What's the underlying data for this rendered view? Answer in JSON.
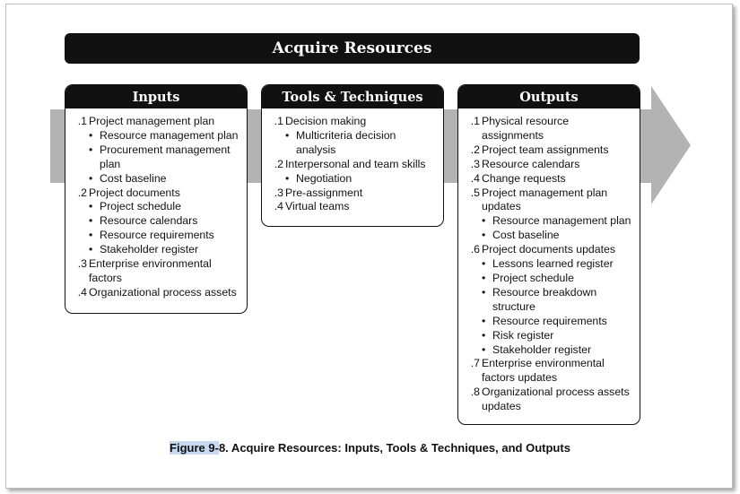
{
  "title": "Acquire Resources",
  "columns": [
    {
      "key": "inputs",
      "header": "Inputs",
      "lines": [
        {
          "kind": "item",
          "num": ".1",
          "text": "Project management plan"
        },
        {
          "kind": "sub",
          "text": "Resource management plan"
        },
        {
          "kind": "sub",
          "text": "Procurement management"
        },
        {
          "kind": "cont",
          "text": "plan"
        },
        {
          "kind": "sub",
          "text": "Cost baseline"
        },
        {
          "kind": "item",
          "num": ".2",
          "text": "Project documents"
        },
        {
          "kind": "sub",
          "text": "Project schedule"
        },
        {
          "kind": "sub",
          "text": "Resource calendars"
        },
        {
          "kind": "sub",
          "text": "Resource requirements"
        },
        {
          "kind": "sub",
          "text": "Stakeholder register"
        },
        {
          "kind": "item",
          "num": ".3",
          "text": "Enterprise environmental"
        },
        {
          "kind": "itemcont",
          "text": "factors"
        },
        {
          "kind": "item",
          "num": ".4",
          "text": "Organizational process assets"
        }
      ]
    },
    {
      "key": "tools",
      "header": "Tools & Techniques",
      "lines": [
        {
          "kind": "item",
          "num": ".1",
          "text": "Decision making"
        },
        {
          "kind": "sub",
          "text": "Multicriteria decision"
        },
        {
          "kind": "cont",
          "text": "analysis"
        },
        {
          "kind": "item",
          "num": ".2",
          "text": "Interpersonal and team skills"
        },
        {
          "kind": "sub",
          "text": "Negotiation"
        },
        {
          "kind": "item",
          "num": ".3",
          "text": "Pre-assignment"
        },
        {
          "kind": "item",
          "num": ".4",
          "text": "Virtual teams"
        }
      ]
    },
    {
      "key": "outputs",
      "header": "Outputs",
      "lines": [
        {
          "kind": "item",
          "num": ".1",
          "text": "Physical resource"
        },
        {
          "kind": "itemcont",
          "text": "assignments"
        },
        {
          "kind": "item",
          "num": ".2",
          "text": "Project team assignments"
        },
        {
          "kind": "item",
          "num": ".3",
          "text": "Resource calendars"
        },
        {
          "kind": "item",
          "num": ".4",
          "text": "Change requests"
        },
        {
          "kind": "item",
          "num": ".5",
          "text": "Project management plan"
        },
        {
          "kind": "itemcont",
          "text": "updates"
        },
        {
          "kind": "sub",
          "text": "Resource management plan"
        },
        {
          "kind": "sub",
          "text": "Cost baseline"
        },
        {
          "kind": "item",
          "num": ".6",
          "text": "Project documents updates"
        },
        {
          "kind": "sub",
          "text": "Lessons learned register"
        },
        {
          "kind": "sub",
          "text": "Project schedule"
        },
        {
          "kind": "sub",
          "text": "Resource breakdown"
        },
        {
          "kind": "cont",
          "text": "structure"
        },
        {
          "kind": "sub",
          "text": "Resource requirements"
        },
        {
          "kind": "sub",
          "text": "Risk register"
        },
        {
          "kind": "sub",
          "text": "Stakeholder register"
        },
        {
          "kind": "item",
          "num": ".7",
          "text": "Enterprise environmental"
        },
        {
          "kind": "itemcont",
          "text": "factors updates"
        },
        {
          "kind": "item",
          "num": ".8",
          "text": "Organizational process assets"
        },
        {
          "kind": "itemcont",
          "text": "updates"
        }
      ]
    }
  ],
  "caption": {
    "highlight": "Figure 9-",
    "rest": "8. Acquire Resources: Inputs, Tools & Techniques, and Outputs"
  },
  "colors": {
    "header_bg": "#111111",
    "arrow": "#b3b3b3",
    "caption_highlight": "#c7d9f1"
  },
  "icons": {
    "bullet": "•"
  }
}
